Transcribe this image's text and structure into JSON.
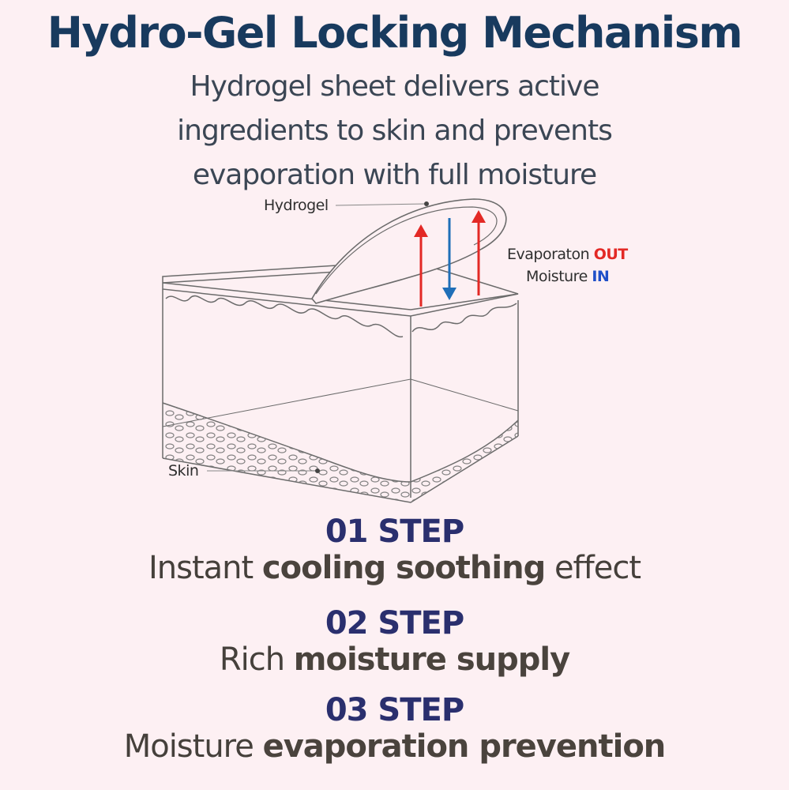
{
  "title": "Hydro-Gel Locking Mechanism",
  "subtitle_lines": [
    "Hydrogel sheet delivers active",
    "ingredients to skin and prevents",
    "evaporation with full moisture"
  ],
  "diagram": {
    "hydrogel_label": "Hydrogel",
    "skin_label": "Skin",
    "evap_prefix": "Evaporaton ",
    "evap_emph": "OUT",
    "moist_prefix": "Moisture ",
    "moist_emph": "IN",
    "colors": {
      "out_arrow": "#e32925",
      "in_arrow": "#1f6fb8",
      "line": "#6b6b6b"
    }
  },
  "steps": [
    {
      "number": "01 STEP",
      "plain_before": "Instant ",
      "bold": "cooling soothing",
      "plain_after": " effect"
    },
    {
      "number": "02 STEP",
      "plain_before": "Rich ",
      "bold": "moisture supply",
      "plain_after": ""
    },
    {
      "number": "03 STEP",
      "plain_before": "Moisture ",
      "bold": "evaporation prevention",
      "plain_after": ""
    }
  ]
}
